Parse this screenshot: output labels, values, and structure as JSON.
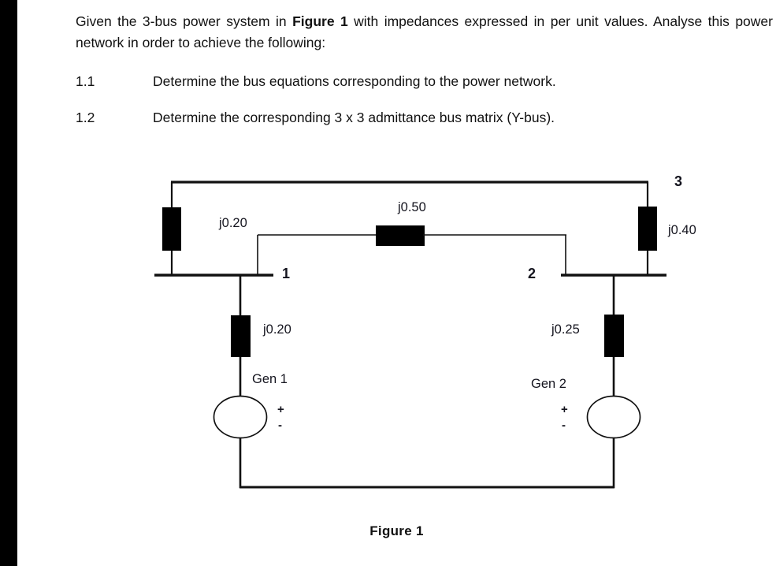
{
  "document": {
    "intro_before_bold": "Given the 3-bus power system in ",
    "intro_bold": "Figure 1",
    "intro_after_bold": " with impedances expressed in per unit values. Analyse this power network in order to achieve the following:",
    "items": [
      {
        "number": "1.1",
        "text": "Determine the bus equations corresponding to the power network."
      },
      {
        "number": "1.2",
        "text": "Determine the corresponding 3 x 3 admittance bus matrix (Y-bus)."
      }
    ]
  },
  "figure": {
    "caption": "Figure 1",
    "bus_labels": {
      "bus1": "1",
      "bus2": "2",
      "bus3": "3"
    },
    "impedances": {
      "line_1_3": "j0.20",
      "line_1_2": "j0.50",
      "line_2_3": "j0.40",
      "gen1_reactance": "j0.20",
      "gen2_reactance": "j0.25"
    },
    "generators": {
      "gen1_label": "Gen 1",
      "gen2_label": "Gen 2",
      "plus_sign": "+",
      "minus_sign": "-"
    },
    "colors": {
      "line": "#111111",
      "block_fill": "#000000",
      "text": "#14141e",
      "background": "#ffffff"
    }
  }
}
